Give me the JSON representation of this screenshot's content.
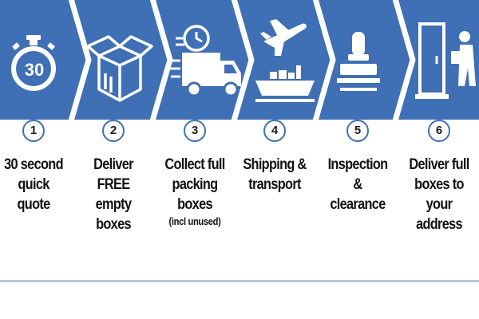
{
  "colors": {
    "banner_blue": "#3f6fb4",
    "chevron_white": "#ffffff",
    "circle_border": "#3f6fb4",
    "text": "#111111",
    "rule": "#b7c6dd"
  },
  "stopwatch_number": "30",
  "steps": [
    {
      "number": "1",
      "icon": "stopwatch-icon",
      "label": "30 second\nquick\nquote",
      "note": ""
    },
    {
      "number": "2",
      "icon": "open-box-icon",
      "label": "Deliver FREE\nempty\nboxes",
      "note": ""
    },
    {
      "number": "3",
      "icon": "delivery-truck-icon",
      "label": "Collect full\npacking boxes",
      "note": "(incl unused)"
    },
    {
      "number": "4",
      "icon": "plane-and-ship-icon",
      "label": "Shipping &\ntransport",
      "note": ""
    },
    {
      "number": "5",
      "icon": "stamp-icon",
      "label": "Inspection &\nclearance",
      "note": ""
    },
    {
      "number": "6",
      "icon": "door-delivery-icon",
      "label": "Deliver full\nboxes to\nyour address",
      "note": ""
    }
  ]
}
